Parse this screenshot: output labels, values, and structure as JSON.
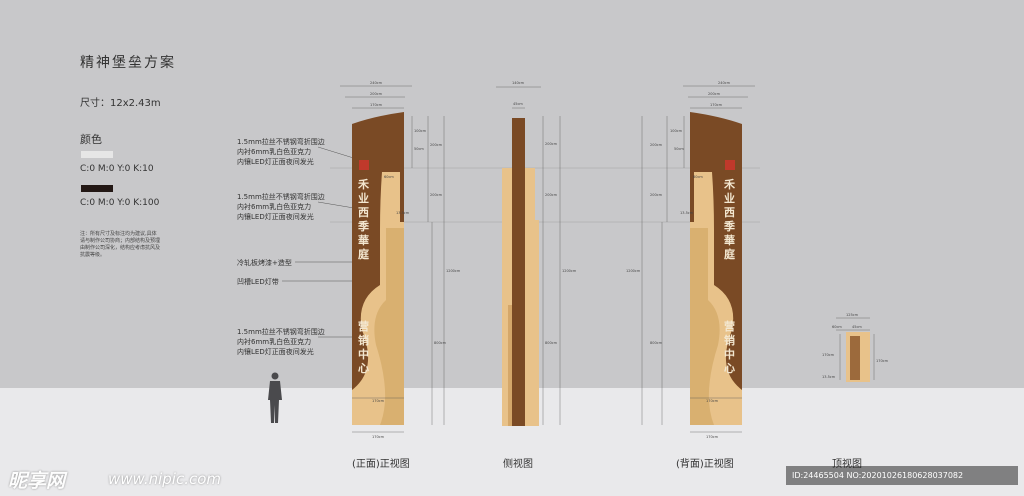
{
  "title": "精神堡垒方案",
  "size_label": "尺寸：12x2.43m",
  "color_label": "颜色",
  "colors": [
    {
      "hex": "#e6e6e6",
      "cmyk": "C:0  M:0  Y:0   K:10"
    },
    {
      "hex": "#231815",
      "cmyk": "C:0  M:0  Y:0   K:100"
    }
  ],
  "note": "注：所有尺寸及标注均为建议,具体请与制作公司协商；内部结构及预埋由制作公司深化，结构应考虑抗风及抗震等级。",
  "annotations": [
    {
      "line1": "1.5mm拉丝不锈钢弯折围边",
      "line2": "内衬6mm乳白色亚克力",
      "line3": "内镶LED灯正面夜间发光"
    },
    {
      "line1": "1.5mm拉丝不锈钢弯折围边",
      "line2": "内衬6mm乳白色亚克力",
      "line3": "内镶LED灯正面夜间发光"
    },
    {
      "line1": "冷轧板烤漆+造型"
    },
    {
      "line1": "凹槽LED灯带"
    },
    {
      "line1": "1.5mm拉丝不锈钢弯折围边",
      "line2": "内衬6mm乳白色亚克力",
      "line3": "内镶LED灯正面夜间发光"
    }
  ],
  "captions": {
    "front": "(正面)正视图",
    "side": "侧视图",
    "back": "(背面)正视图",
    "top": "顶视图"
  },
  "sign_text_upper": [
    "禾",
    "业",
    "西",
    "季",
    "華",
    "庭"
  ],
  "sign_text_lower": [
    "营",
    "销",
    "中",
    "心"
  ],
  "dimensions": {
    "w240": "240cm",
    "w200": "200cm",
    "w170": "170cm",
    "w140": "140cm",
    "w45": "45cm",
    "w60": "60cm",
    "w125": "125cm",
    "h100": "100cm",
    "h50": "50cm",
    "h200": "200cm",
    "h1200": "1200cm",
    "h800": "800cm",
    "h13": "13.5cm",
    "h170": "170cm"
  },
  "watermark": {
    "brand": "昵享网",
    "url": "www.nipic.com",
    "id": "ID:24465504 NO:20201026180628037082"
  },
  "palette": {
    "brown": "#7a4a25",
    "tan": "#e8c28a",
    "tan_dark": "#d4a76a",
    "red": "#c0392b"
  }
}
